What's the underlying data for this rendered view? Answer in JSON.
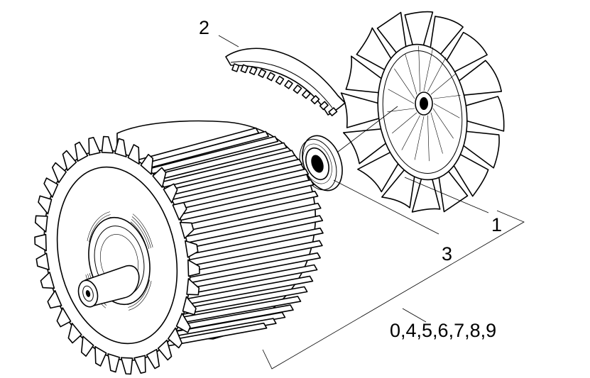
{
  "callouts": {
    "fan": "1",
    "housing_strip": "2",
    "bearing": "3",
    "rotor_assembly": "0,4,5,6,7,8,9"
  },
  "colors": {
    "ink": "#000000",
    "background": "#ffffff"
  }
}
